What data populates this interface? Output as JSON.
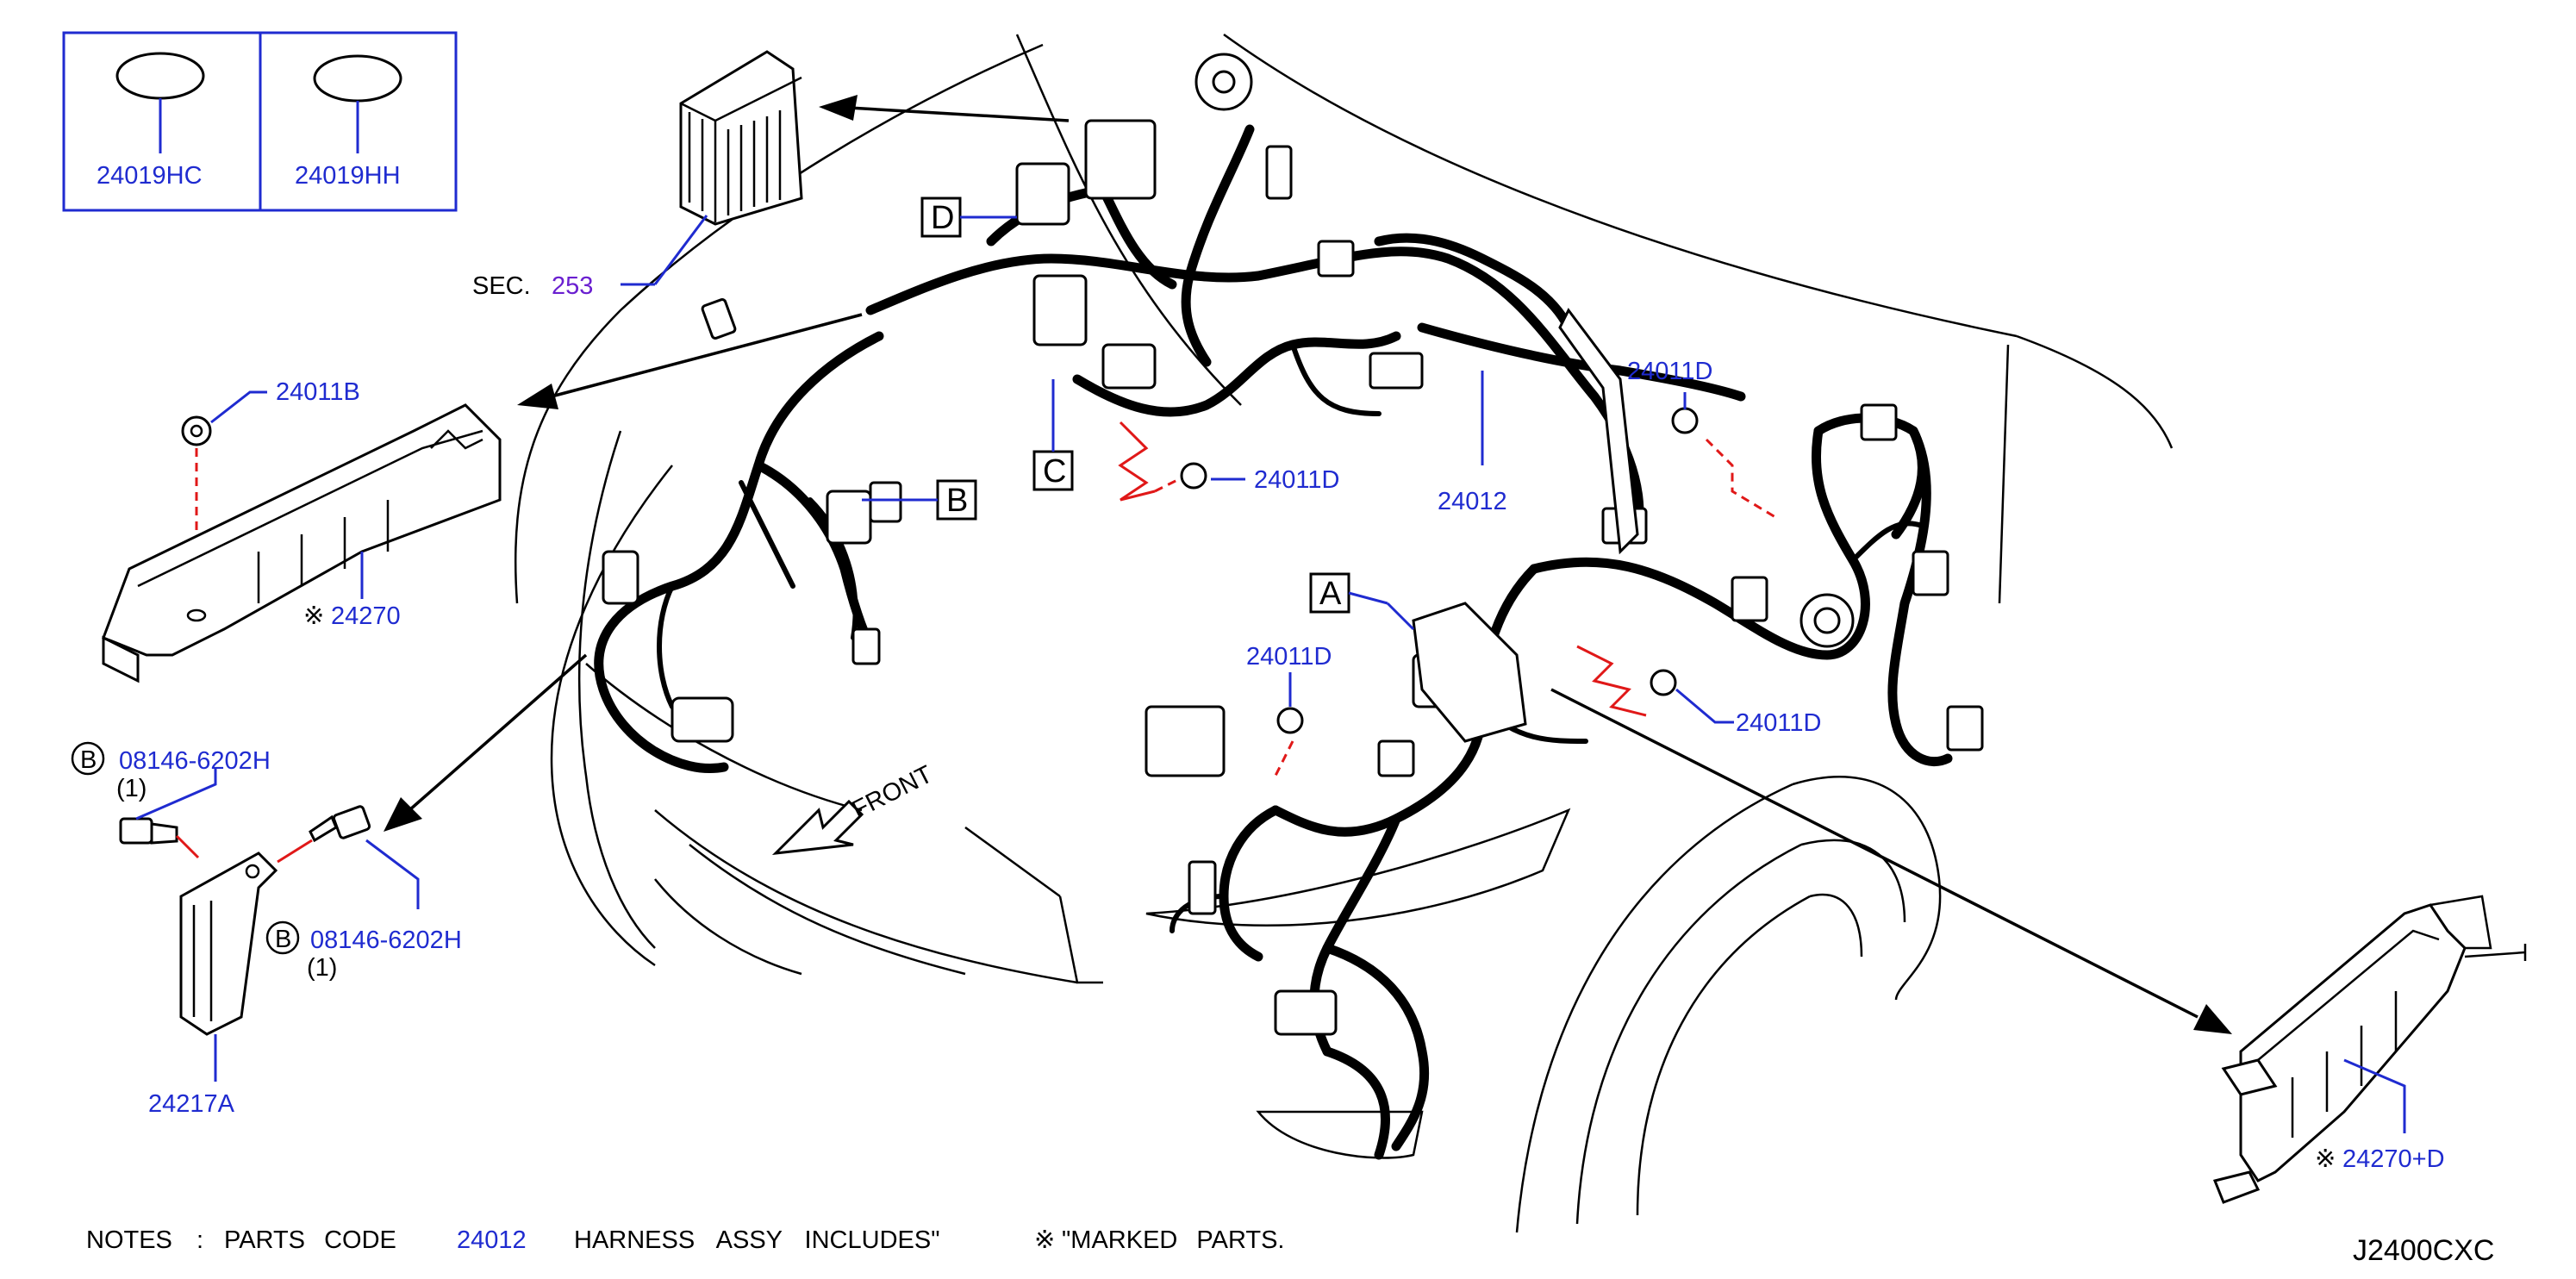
{
  "legend_box": {
    "left_label": "24019HC",
    "right_label": "24019HH"
  },
  "section_ref": {
    "prefix": "SEC.",
    "number": "253"
  },
  "callouts": {
    "p24011B": "24011B",
    "p24270": "24270",
    "p24011D_center": "24011D",
    "p24012": "24012",
    "p24011D_right": "24011D",
    "p24011D_mid": "24011D",
    "p24011D_lower": "24011D",
    "p08146_top": "08146-6202H",
    "p08146_top_qty": "(1)",
    "p08146_bottom": "08146-6202H",
    "p08146_bottom_qty": "(1)",
    "p24217A": "24217A",
    "p24270D": "24270+D"
  },
  "boxed_letters": {
    "A": "A",
    "B": "B",
    "C": "C",
    "D": "D"
  },
  "circled_letters": {
    "bolt_top": "B",
    "bolt_bottom": "B"
  },
  "marked_symbol": "※",
  "front_label": "FRONT",
  "notes": {
    "label": "NOTES",
    "colon": ":",
    "parts_code": "PARTS CODE",
    "code": "24012",
    "description": "HARNESS ASSY INCLUDES\"",
    "marked": "\"MARKED PARTS."
  },
  "diagram_id": "J2400CXC",
  "colors": {
    "part_number": "#1f2bd0",
    "section_number": "#6a1fd0",
    "clip_line": "#e01818",
    "line_art": "#000000"
  }
}
